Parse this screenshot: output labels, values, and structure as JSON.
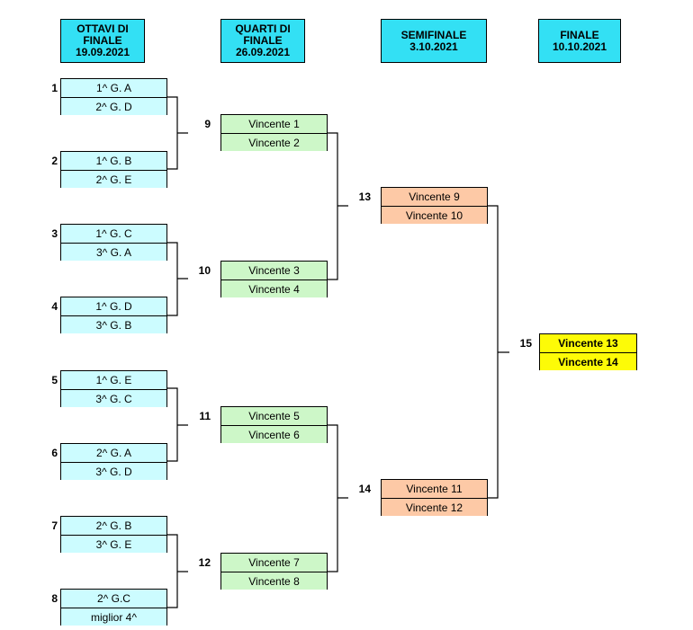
{
  "headers": {
    "ottavi": {
      "line1": "OTTAVI  DI",
      "line2": "FINALE",
      "line3": "19.09.2021"
    },
    "quarti": {
      "line1": "QUARTI  DI",
      "line2": "FINALE",
      "line3": "26.09.2021"
    },
    "semifinale": {
      "line1": "SEMIFINALE",
      "line2": "3.10.2021"
    },
    "finale": {
      "line1": "FINALE",
      "line2": "10.10.2021"
    }
  },
  "matches": {
    "m1": {
      "number": "1",
      "team1": "1^ G. A",
      "team2": "2^ G. D"
    },
    "m2": {
      "number": "2",
      "team1": "1^ G. B",
      "team2": "2^ G. E"
    },
    "m3": {
      "number": "3",
      "team1": "1^ G. C",
      "team2": "3^ G. A"
    },
    "m4": {
      "number": "4",
      "team1": "1^ G. D",
      "team2": "3^ G. B"
    },
    "m5": {
      "number": "5",
      "team1": "1^ G. E",
      "team2": "3^ G. C"
    },
    "m6": {
      "number": "6",
      "team1": "2^ G. A",
      "team2": "3^ G. D"
    },
    "m7": {
      "number": "7",
      "team1": "2^ G. B",
      "team2": "3^ G. E"
    },
    "m8": {
      "number": "8",
      "team1": "2^ G.C",
      "team2": "miglior 4^"
    },
    "m9": {
      "number": "9",
      "team1": "Vincente 1",
      "team2": "Vincente 2"
    },
    "m10": {
      "number": "10",
      "team1": "Vincente 3",
      "team2": "Vincente 4"
    },
    "m11": {
      "number": "11",
      "team1": "Vincente 5",
      "team2": "Vincente 6"
    },
    "m12": {
      "number": "12",
      "team1": "Vincente 7",
      "team2": "Vincente 8"
    },
    "m13": {
      "number": "13",
      "team1": "Vincente 9",
      "team2": "Vincente 10"
    },
    "m14": {
      "number": "14",
      "team1": "Vincente 11",
      "team2": "Vincente 12"
    },
    "m15": {
      "number": "15",
      "team1": "Vincente 13",
      "team2": "Vincente 14"
    }
  },
  "colors": {
    "header": "#33e0f4",
    "ottavi": "#ccfcff",
    "quarti": "#cdf7c8",
    "semifinale": "#fdc9a6",
    "finale": "#fdfb07"
  }
}
